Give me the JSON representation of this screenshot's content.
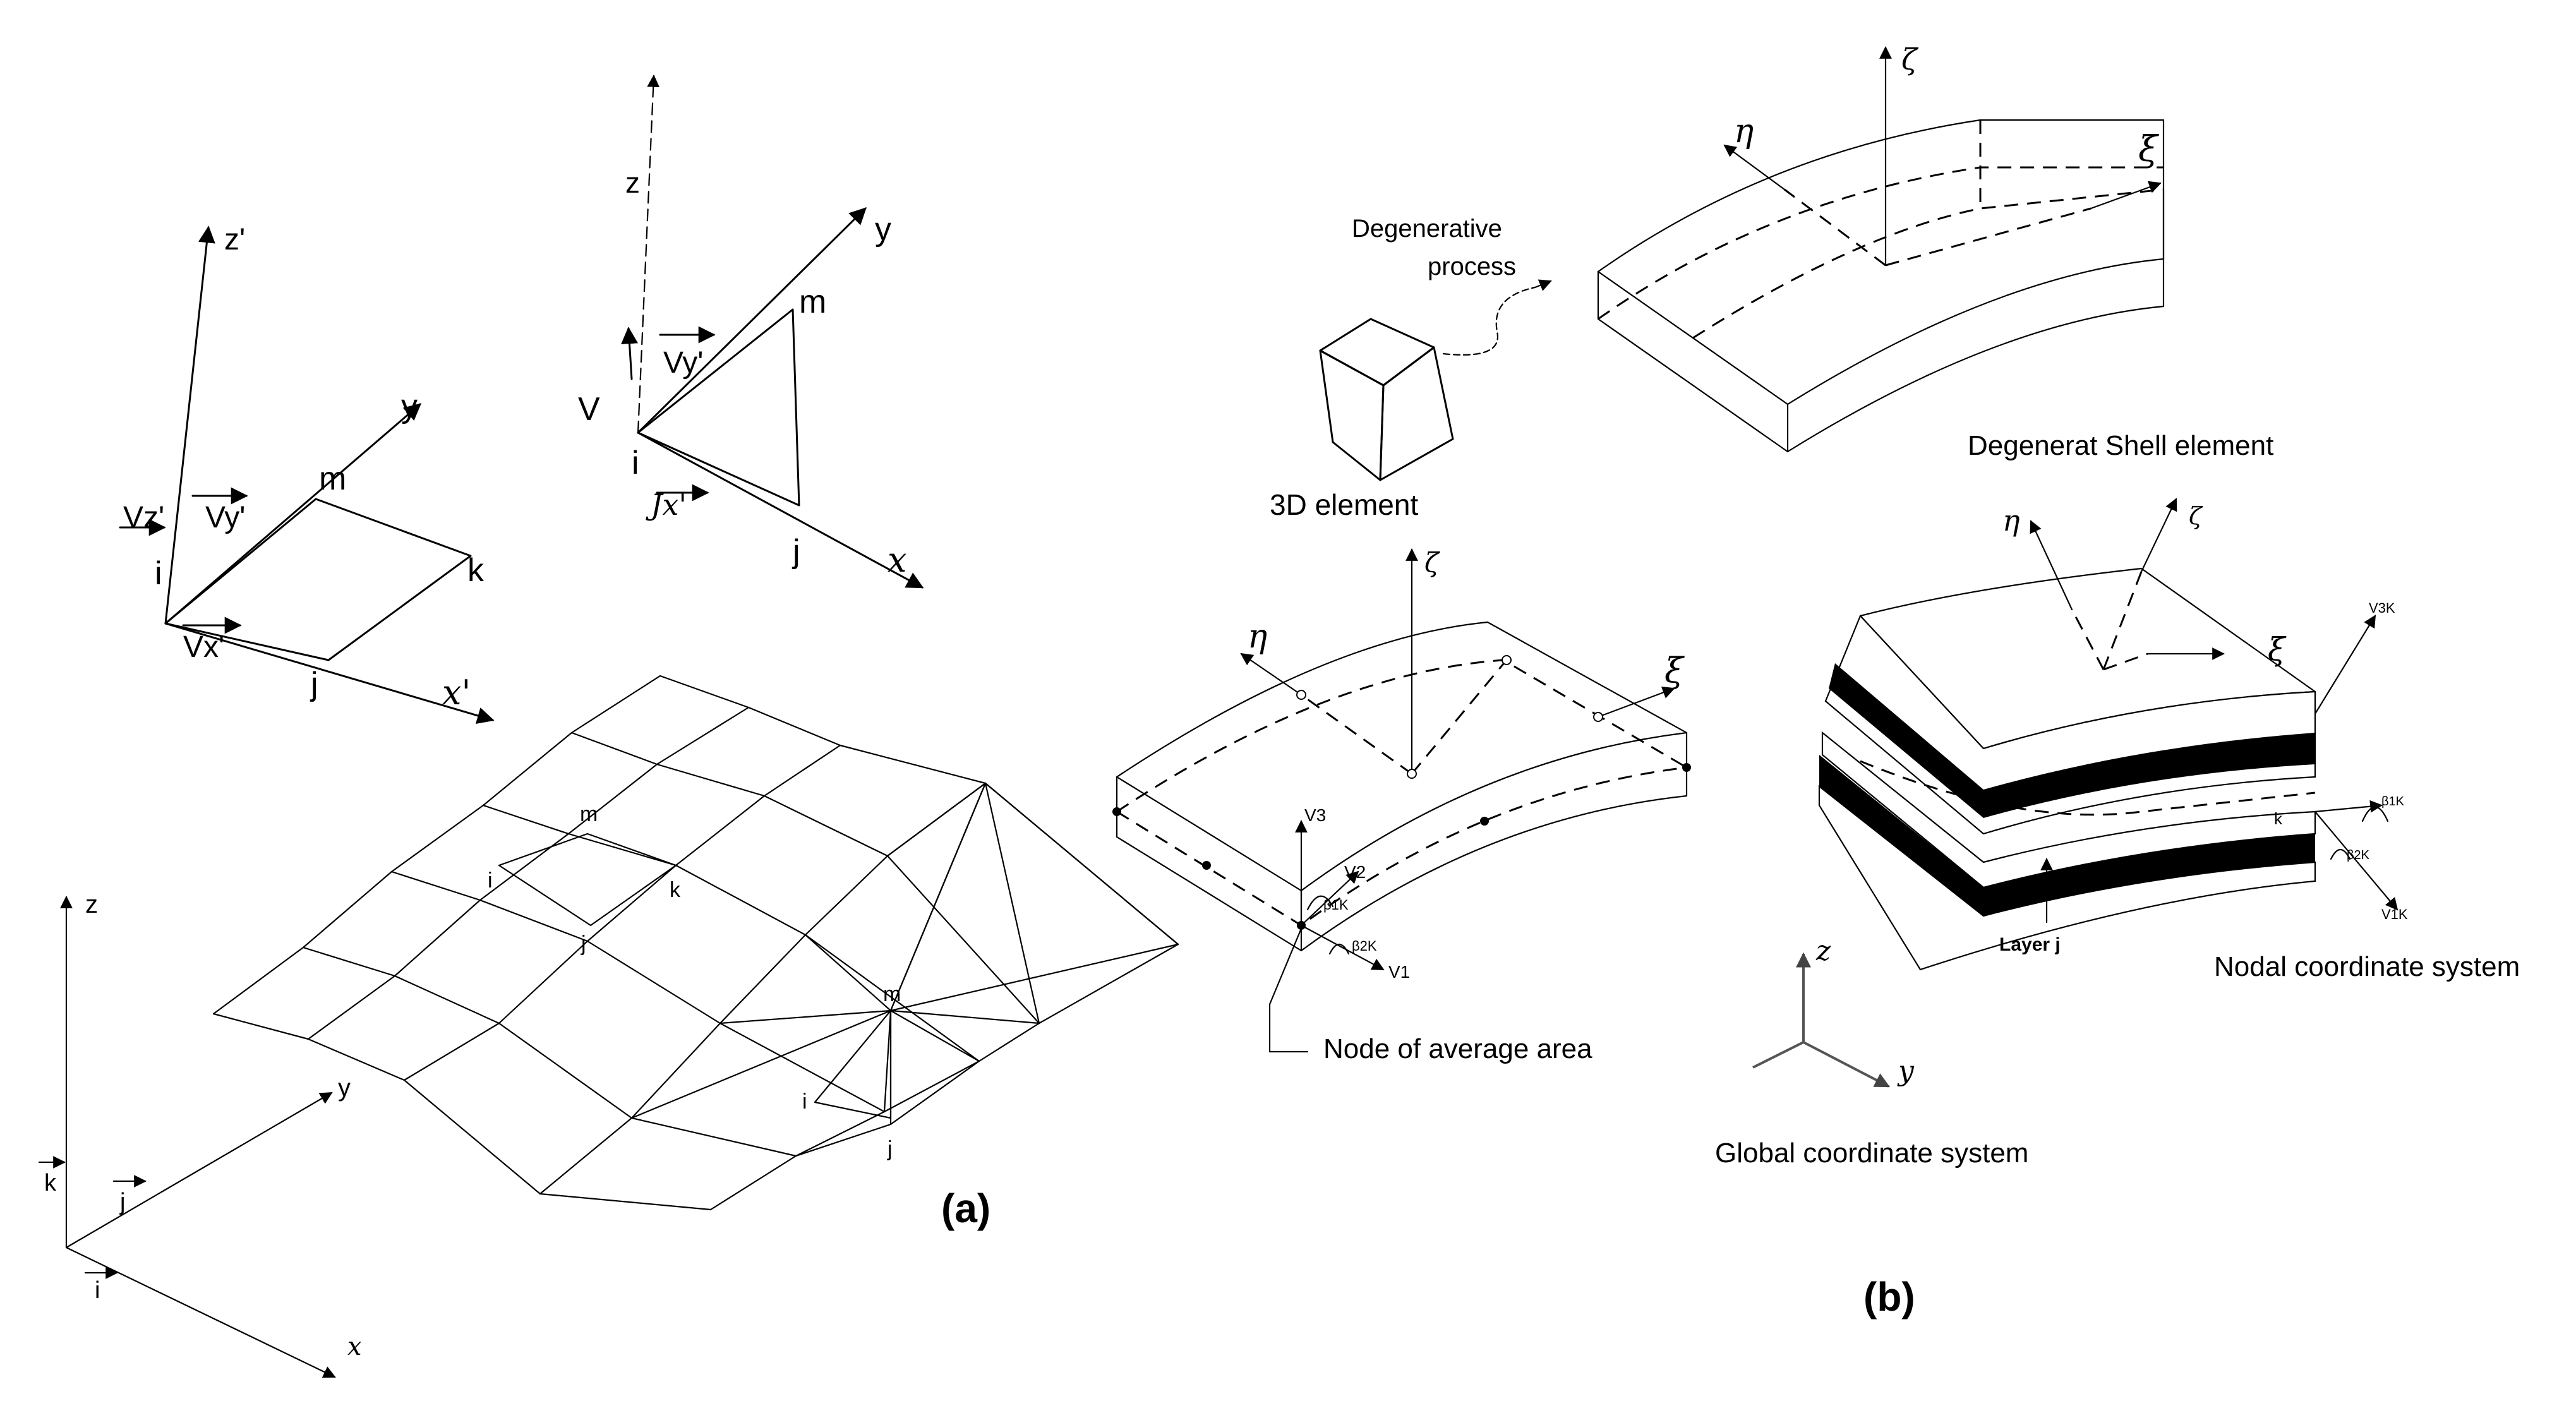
{
  "panel_a": {
    "caption": "(a)",
    "left_triad": {
      "z": "z'",
      "y": "y",
      "x": "x'",
      "vz": "Vz'",
      "vy": "Vy'",
      "vx": "Vx'"
    },
    "left_nodes": {
      "i": "i",
      "j": "j",
      "m": "m",
      "k": "k"
    },
    "right_triad": {
      "z": "z",
      "y": "y",
      "x": "x",
      "vz": "V",
      "vy": "Vy'",
      "vx": "Jx'"
    },
    "right_nodes": {
      "i": "i",
      "j": "j",
      "m": "m"
    },
    "mesh_nodes": {
      "i1": "i",
      "j1": "j",
      "m1": "m",
      "k1": "k",
      "i2": "i",
      "j2": "j",
      "m2": "m"
    },
    "global_axes": {
      "z": "z",
      "y": "y",
      "x": "x",
      "k": "k",
      "j": "j",
      "i": "i"
    }
  },
  "panel_b": {
    "caption": "(b)",
    "process_label_1": "Degenerative",
    "process_label_2": "process",
    "element_3d": "3D element",
    "shell_element": "Degenerat Shell element",
    "shell_axes": {
      "zeta": "ζ",
      "eta": "η",
      "xi": "ξ"
    },
    "mid_axes": {
      "zeta": "ζ",
      "eta": "η",
      "xi": "ξ",
      "v3": "V3",
      "v2": "V2",
      "v1": "V1",
      "b1": "β1K",
      "b2": "β2K"
    },
    "node_label": "Node of average area",
    "layered_axes": {
      "zeta": "ζ",
      "eta": "η",
      "xi": "ξ",
      "v3": "V3K",
      "v1": "V1K",
      "b1": "β1K",
      "b2": "β2K",
      "k": "k"
    },
    "layer_label": "Layer j",
    "nodal_label": "Nodal coordinate system",
    "global_axes": {
      "z": "z",
      "y": "y"
    },
    "global_label": "Global coordinate system"
  }
}
